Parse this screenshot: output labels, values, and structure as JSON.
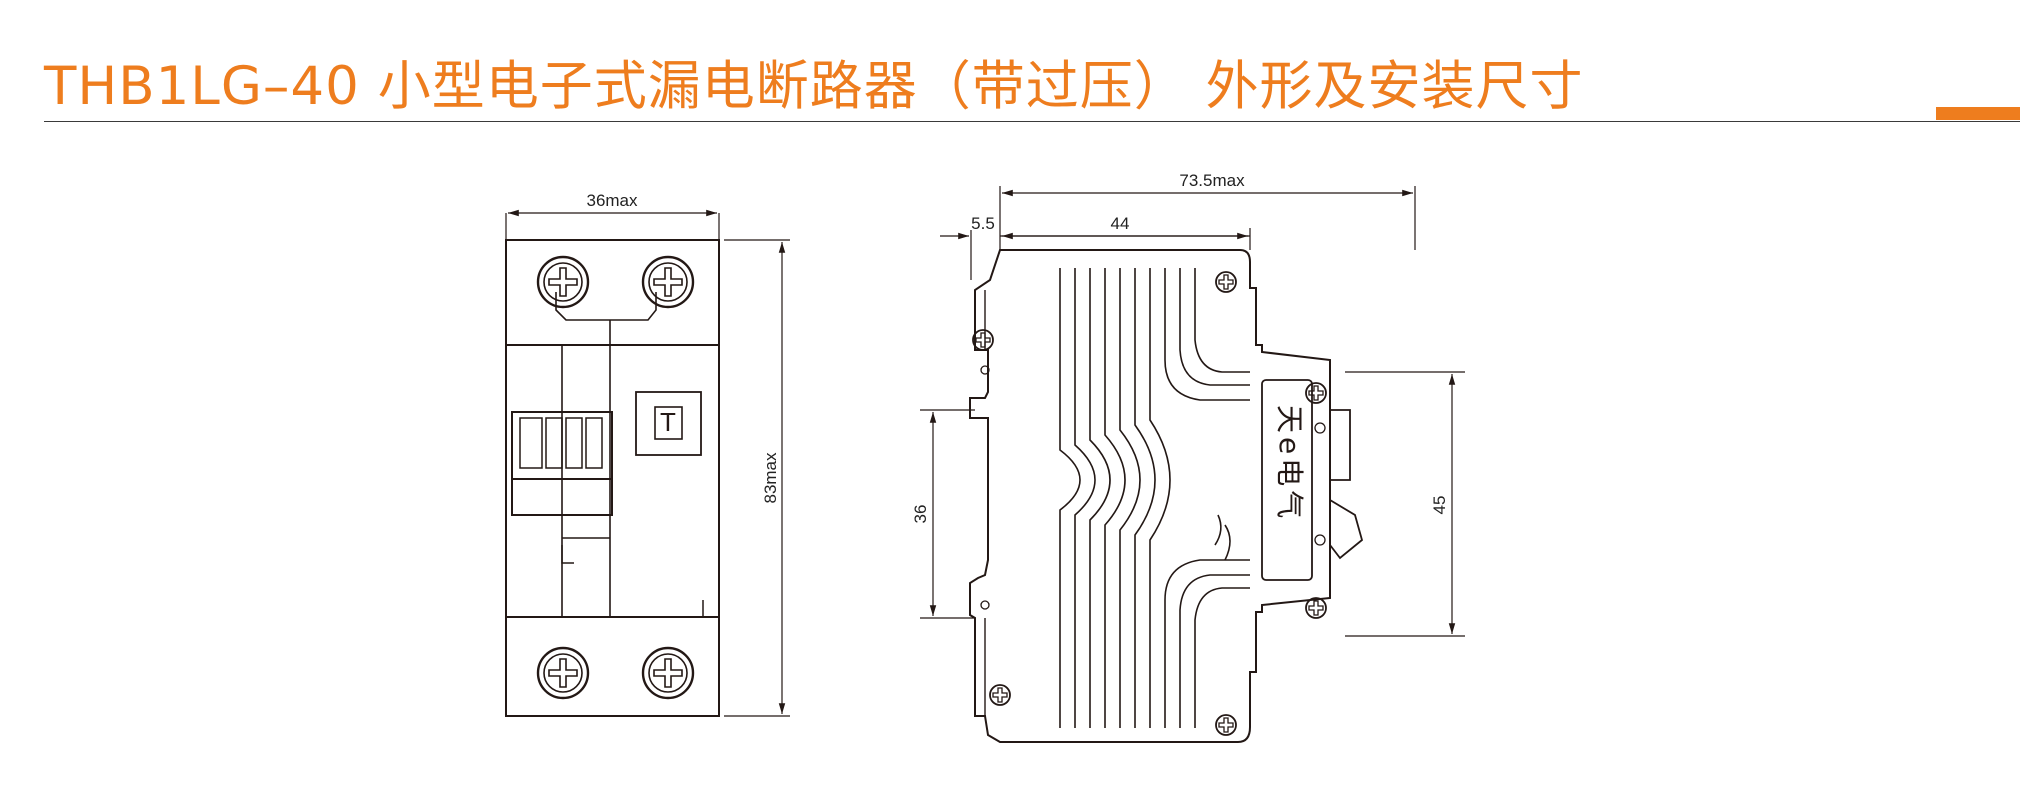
{
  "title": "THB1LG–40 小型电子式漏电断路器（带过压） 外形及安装尺寸",
  "colors": {
    "accent": "#EE7D1E",
    "line": "#231815"
  },
  "front_view": {
    "width_label": "36max",
    "height_label": "83max",
    "test_button_label": "T"
  },
  "side_view": {
    "overall_width_label": "73.5max",
    "offset_label": "5.5",
    "body_width_label": "44",
    "rail_height_label": "36",
    "face_height_label": "45",
    "brand_label": "天e电气"
  }
}
